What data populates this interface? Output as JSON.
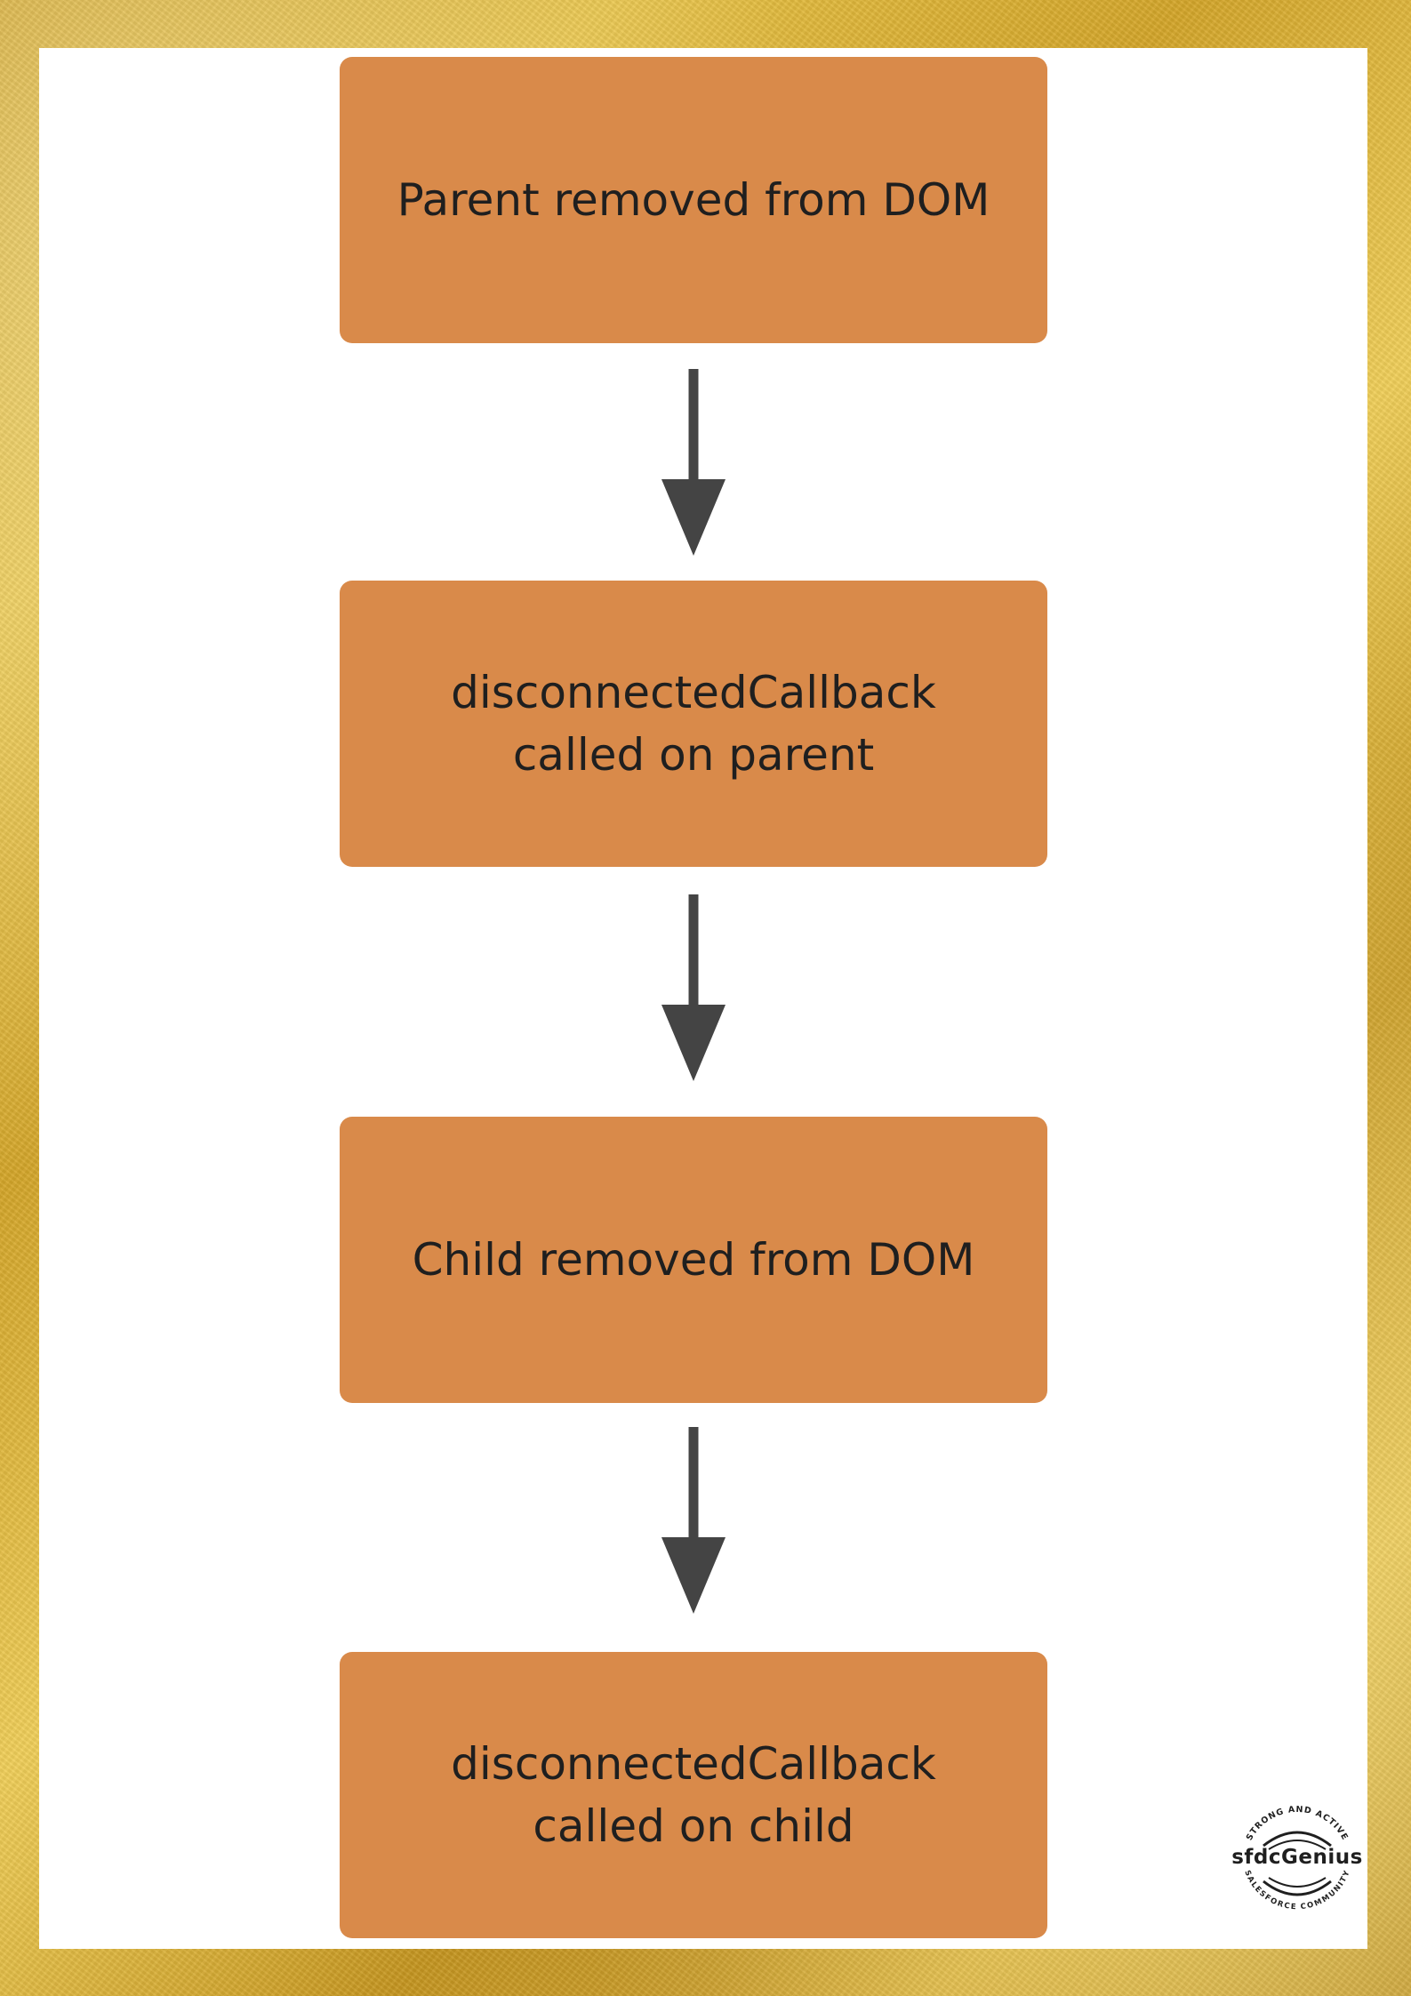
{
  "diagram": {
    "steps": [
      {
        "lines": [
          "Parent removed from DOM"
        ]
      },
      {
        "lines": [
          "disconnectedCallback",
          "called on parent"
        ]
      },
      {
        "lines": [
          "Child removed from DOM"
        ]
      },
      {
        "lines": [
          "disconnectedCallback",
          "called on child"
        ]
      }
    ],
    "colors": {
      "box_fill": "#d98a4a",
      "box_text": "#1f1f1f",
      "arrow": "#444444",
      "canvas": "#ffffff",
      "frame": "#d4a62a"
    }
  },
  "logo": {
    "name": "sfdcGenius",
    "top_arc_text": "STRONG AND ACTIVE",
    "bottom_arc_text": "SALESFORCE COMMUNITY"
  }
}
